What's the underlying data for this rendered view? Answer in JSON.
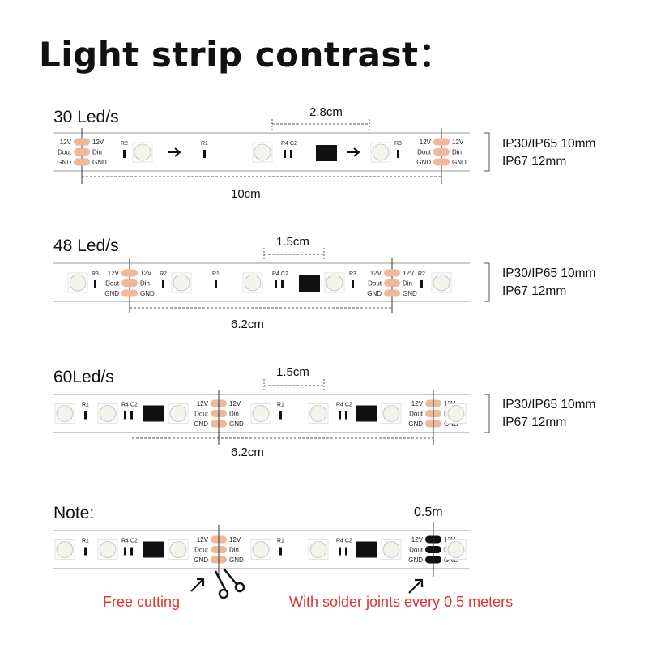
{
  "title": "Light strip contrast：",
  "colors": {
    "pad": "#f0b89a",
    "pad_black": "#111111",
    "chip": "#111111",
    "led_fill": "#f4f4ec",
    "led_ring": "#bbbbbb",
    "accent_red": "#e53030",
    "strip_border": "#999999"
  },
  "pad_labels": {
    "top_left": "12V",
    "top_right": "12V",
    "mid_left": "Dout",
    "mid_right": "Din",
    "bottom_left": "GND",
    "bottom_right": "GND"
  },
  "component_labels": {
    "r1": "R1",
    "r2": "R2",
    "r3": "R3",
    "r4": "R4",
    "c2": "C2"
  },
  "specs": {
    "line1": "IP30/IP65 10mm",
    "line2": "IP67 12mm"
  },
  "sections": [
    {
      "label": "30 Led/s",
      "pitch": "2.8cm",
      "cut_length": "10cm"
    },
    {
      "label": "48 Led/s",
      "pitch": "1.5cm",
      "cut_length": "6.2cm"
    },
    {
      "label": "60Led/s",
      "pitch": "1.5cm",
      "cut_length": "6.2cm"
    }
  ],
  "note": {
    "label": "Note:",
    "joint_spacing": "0.5m",
    "free_cutting": "Free cutting",
    "solder_joints": "With solder joints every 0.5 meters"
  }
}
